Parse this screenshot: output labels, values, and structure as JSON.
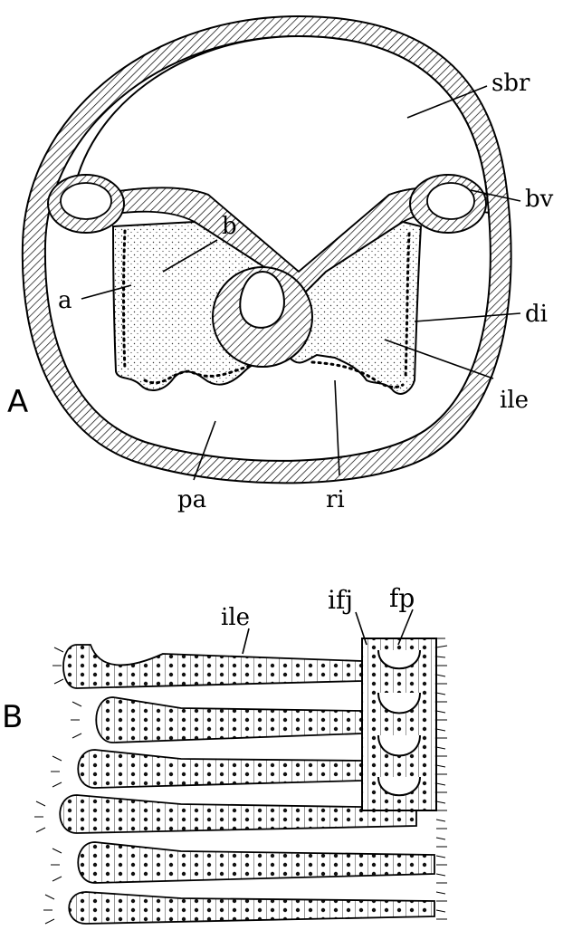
{
  "figure": {
    "panel_a": {
      "letter": "A",
      "labels": {
        "sbr": "sbr",
        "bv": "bv",
        "b": "b",
        "a": "a",
        "di": "di",
        "ile": "ile",
        "pa": "pa",
        "ri": "ri"
      }
    },
    "panel_b": {
      "letter": "B",
      "labels": {
        "ile": "ile",
        "ifj": "ifj",
        "fp": "fp"
      }
    }
  }
}
